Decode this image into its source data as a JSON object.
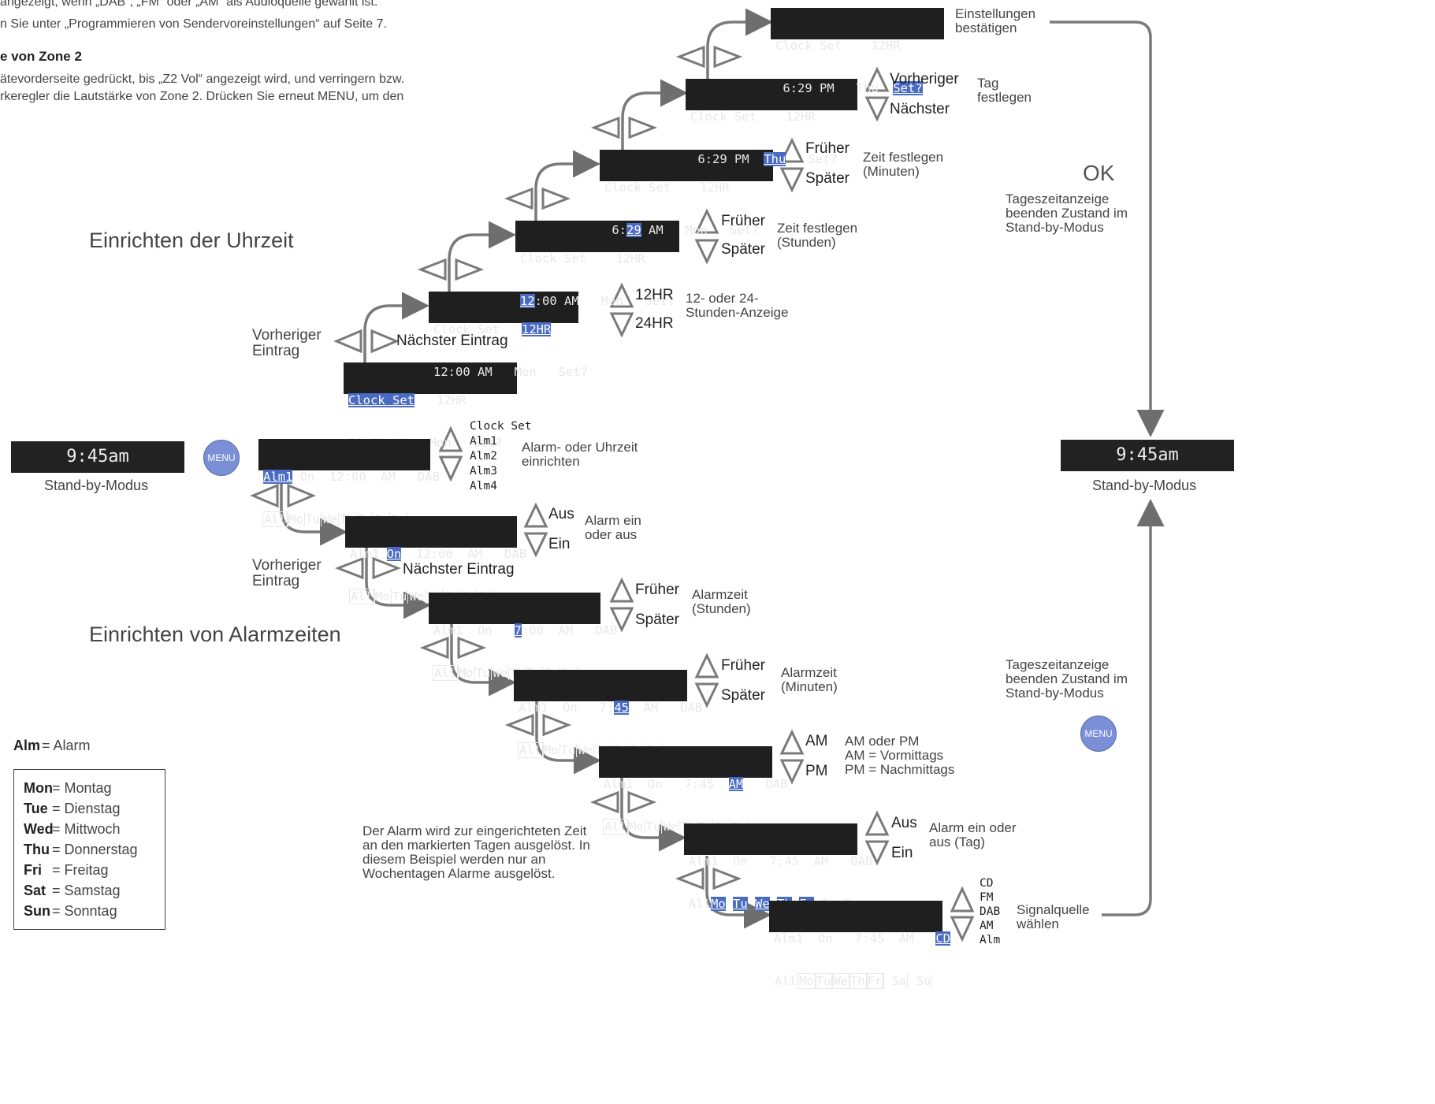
{
  "intro": {
    "line1": "angezeigt, wenn „DAB“, „FM“ oder „AM“ als Audioquelle gewählt ist.",
    "line2": "n Sie unter „Programmieren von Sendervoreinstellungen“ auf Seite 7.",
    "heading": "e von Zone 2",
    "body1": "ätevorderseite gedrückt, bis „Z2 Vol“ angezeigt wird, und verringern bzw.",
    "body2": "rkeregler die Lautstärke von Zone 2. Drücken Sie erneut MENU, um den"
  },
  "titles": {
    "clock": "Einrichten der Uhrzeit",
    "alarm": "Einrichten von Alarmzeiten"
  },
  "standby": {
    "left_display": "9:45am",
    "left_caption": "Stand-by-Modus",
    "right_display": "9:45am",
    "right_caption": "Stand-by-Modus",
    "menu_label": "MENU",
    "ok": "OK",
    "exit_text_top": "Tageszeitanzeige\nbeenden Zustand im\nStand-by-Modus",
    "exit_text_bottom": "Tageszeitanzeige\nbeenden Zustand im\nStand-by-Modus"
  },
  "clock": {
    "nav_prev": "Vorheriger\nEintrag",
    "nav_next": "Nächster Eintrag",
    "hour_mode_up": "12HR",
    "hour_mode_down": "24HR",
    "hour_mode_desc": "12- oder 24-\nStunden-Anzeige",
    "hours_up": "Früher",
    "hours_down": "Später",
    "hours_desc": "Zeit festlegen\n(Stunden)",
    "minutes_up": "Früher",
    "minutes_down": "Später",
    "minutes_desc": "Zeit festlegen\n(Minuten)",
    "day_up": "Vorheriger",
    "day_down": "Nächster",
    "day_desc": "Tag\nfestlegen",
    "confirm_desc": "Einstellungen\nbestätigen"
  },
  "alarm": {
    "select_list": "Clock Set\nAlm1\nAlm2\nAlm3\nAlm4",
    "select_desc": "Alarm- oder Uhrzeit\neinrichten",
    "onoff_up": "Aus",
    "onoff_down": "Ein",
    "onoff_desc": "Alarm ein\noder aus",
    "nav_prev": "Vorheriger\nEintrag",
    "nav_next": "Nächster Eintrag",
    "hours_up": "Früher",
    "hours_down": "Später",
    "hours_desc": "Alarmzeit\n(Stunden)",
    "minutes_up": "Früher",
    "minutes_down": "Später",
    "minutes_desc": "Alarmzeit\n(Minuten)",
    "ampm_up": "AM",
    "ampm_down": "PM",
    "ampm_desc": "AM oder PM\nAM = Vormittags\nPM = Nachmittags",
    "day_up": "Aus",
    "day_down": "Ein",
    "day_desc": "Alarm ein oder\naus (Tag)",
    "day_note": "Der Alarm wird zur eingerichteten Zeit\nan den markierten Tagen ausgelöst. In\ndiesem Beispiel werden nur an\nWochentagen Alarme ausgelöst.",
    "source_list": "CD\nFM\nDAB\nAM\nAlm",
    "source_desc": "Signalquelle\nwählen"
  },
  "legend": {
    "alm_key": "Alm",
    "alm_value": "= Alarm",
    "days": [
      {
        "key": "Mon",
        "value": "= Montag"
      },
      {
        "key": "Tue",
        "value": "= Dienstag"
      },
      {
        "key": "Wed",
        "value": "= Mittwoch"
      },
      {
        "key": "Thu",
        "value": "= Donnerstag"
      },
      {
        "key": "Fri",
        "value": "= Freitag"
      },
      {
        "key": "Sat",
        "value": "= Samstag"
      },
      {
        "key": "Sun",
        "value": "= Sonntag"
      }
    ]
  },
  "lcd": {
    "c1": {
      "a": "Clock Set",
      "b": "   12HR",
      "c": "12:00 AM   Mon   Set?"
    },
    "c2": {
      "a": "Clock Set   ",
      "b": "12HR",
      "c": "12:00 AM   Mon   Set?"
    },
    "c3": {
      "a": "Clock Set    12HR",
      "b": "12",
      "c": ":00 AM   Mon   Set?"
    },
    "c4": {
      "a": "Clock Set    12HR",
      "b": " 6:",
      "c": "29",
      "d": " AM   Mon   Set?"
    },
    "c5": {
      "a": "Clock Set    12HR",
      "b": " 6:29 PM  ",
      "c": "Thu",
      "d": "   Set?"
    },
    "c6": {
      "a": "Clock Set    12HR",
      "b": " 6:29 PM   Thu  ",
      "c": "Set?"
    },
    "a1": {
      "a": "Alm1",
      "b": " On  12:00  AM   DAB"
    },
    "a2": {
      "a": "Alm1 ",
      "b": "On",
      "c": "  12:00  AM   DAB"
    },
    "a3": {
      "a": "Alm1  On   ",
      "b": "7",
      "c": ":00  AM   DAB"
    },
    "a4": {
      "a": "Alm1  On   7:",
      "b": "45",
      "c": "  AM   DAB"
    },
    "a5": {
      "a": "Alm1  On   7:45  ",
      "b": "AM",
      "c": "   DAB"
    },
    "a6": {
      "a": "Alm1  On   7:45  AM   DAB"
    },
    "a7": {
      "a": "Alm1  On   7:45  AM   ",
      "b": "CD"
    },
    "days": [
      "All",
      "Mo",
      "Tu",
      "We",
      "Th",
      "Fr",
      "Sa",
      "Su"
    ]
  }
}
